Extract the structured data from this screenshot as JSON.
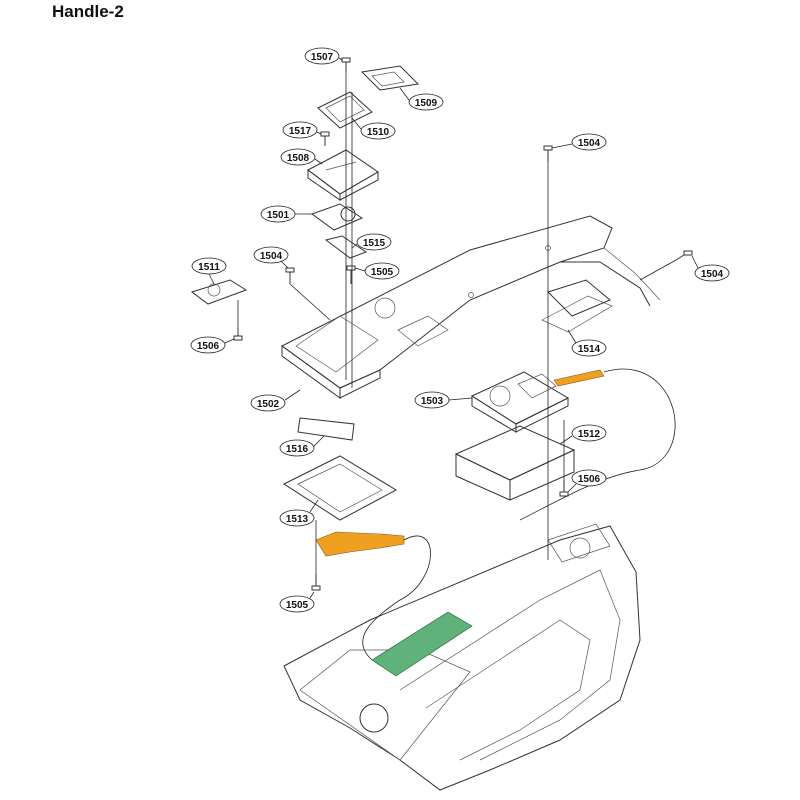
{
  "title": "Handle-2",
  "callouts": {
    "c1507": "1507",
    "c1509": "1509",
    "c1510": "1510",
    "c1517": "1517",
    "c1508": "1508",
    "c1504a": "1504",
    "c1501": "1501",
    "c1515": "1515",
    "c1511": "1511",
    "c1504b": "1504",
    "c1505a": "1505",
    "c1504c": "1504",
    "c1506a": "1506",
    "c1514": "1514",
    "c1502": "1502",
    "c1503": "1503",
    "c1512": "1512",
    "c1516": "1516",
    "c1506b": "1506",
    "c1513": "1513",
    "c1505b": "1505"
  },
  "colors": {
    "flex_cable": "#f0a020",
    "pcb": "#5fb37a"
  }
}
